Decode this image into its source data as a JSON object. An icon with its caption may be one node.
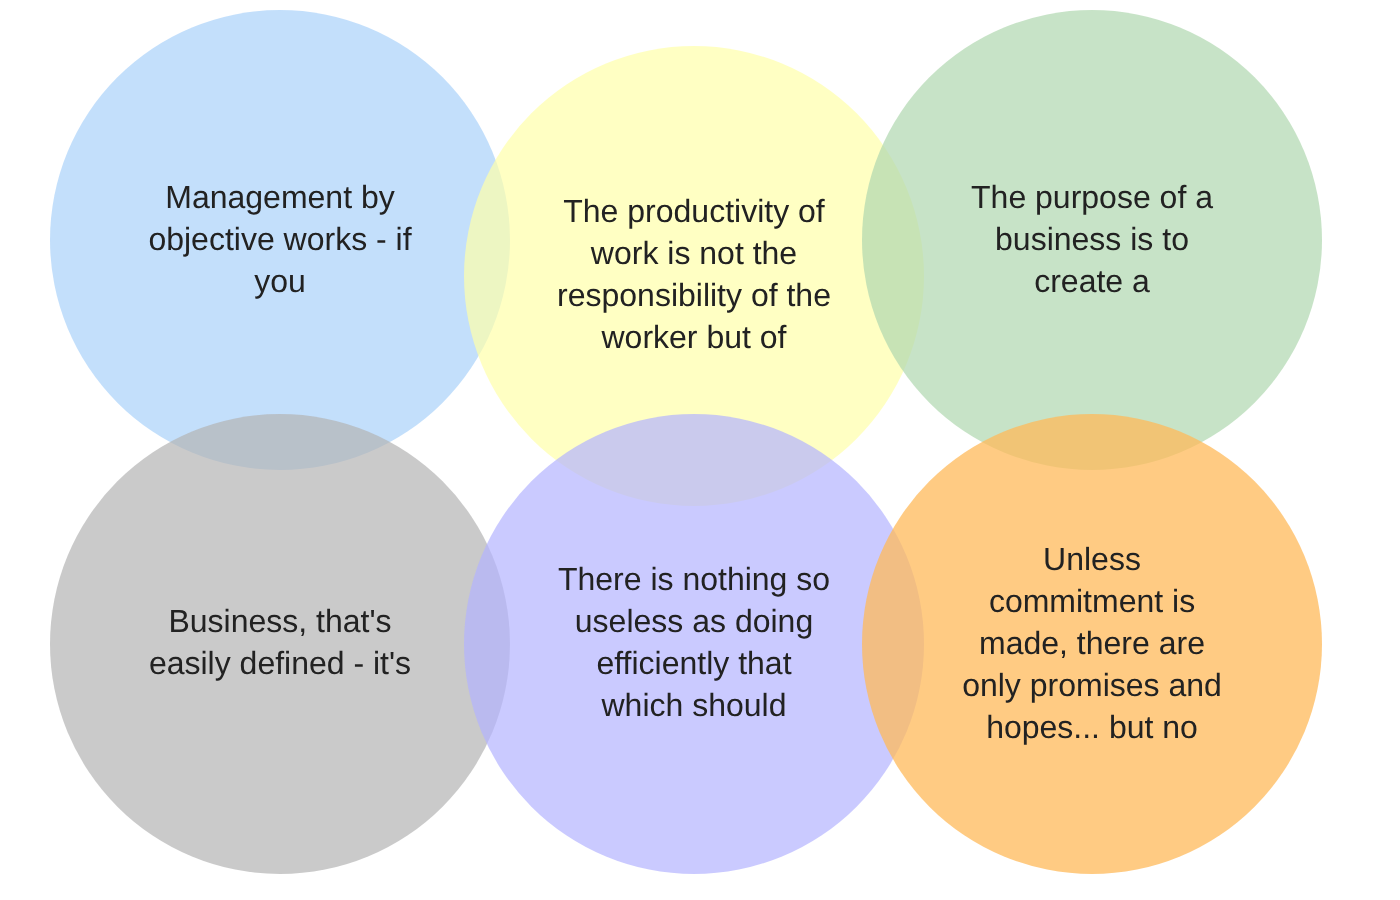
{
  "diagram": {
    "nodes": [
      {
        "text": [
          "Management by objective works - if you"
        ]
      },
      {
        "text": [
          "The productivity of work is not the responsibility of the worker but of"
        ]
      },
      {
        "text": [
          "The purpose of a business is to create a"
        ]
      },
      {
        "text": [
          "Business, that's easily defined - it's"
        ]
      },
      {
        "text": [
          "There is nothing so useless as doing efficiently that which should"
        ]
      },
      {
        "text": [
          "Unless commitment is made, there are only promises and hopes... but no"
        ]
      }
    ]
  }
}
